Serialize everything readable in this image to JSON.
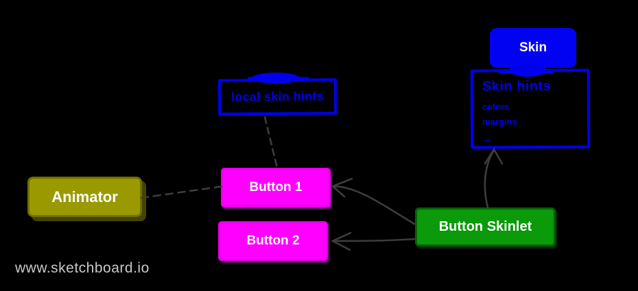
{
  "canvas": {
    "watermark": "www.sketchboard.io"
  },
  "colors": {
    "background": "#000000",
    "blue": "#0000ee",
    "magenta": "#ff00ff",
    "olive": "#9a9a00",
    "green": "#0a9a0a",
    "connector": "#3d3d3d",
    "watermark_text": "#c9c9c9",
    "node_text": "#ffffff"
  },
  "nodes": {
    "skin": {
      "label": "Skin"
    },
    "skin_hints": {
      "title": "Skin hints",
      "items": [
        "colors",
        "margins",
        "..."
      ]
    },
    "local_skin_hints": {
      "label": "local skin hints"
    },
    "animator": {
      "label": "Animator"
    },
    "button1": {
      "label": "Button 1"
    },
    "button2": {
      "label": "Button 2"
    },
    "button_skinlet": {
      "label": "Button Skinlet"
    }
  },
  "edges": [
    {
      "from": "skin",
      "to": "skin_hints",
      "style": "blue-scribble-connector"
    },
    {
      "from": "scribble-blob",
      "to": "local_skin_hints",
      "style": "blue-scribble-connector"
    },
    {
      "from": "local_skin_hints",
      "to": "button1",
      "style": "dashed",
      "arrow": false
    },
    {
      "from": "animator",
      "to": "button1",
      "style": "dashed",
      "arrow": false
    },
    {
      "from": "button_skinlet",
      "to": "button1",
      "style": "solid-curve",
      "arrow": true
    },
    {
      "from": "button_skinlet",
      "to": "button2",
      "style": "solid",
      "arrow": true
    },
    {
      "from": "button_skinlet",
      "to": "skin_hints",
      "style": "solid-curve",
      "arrow": true
    }
  ]
}
